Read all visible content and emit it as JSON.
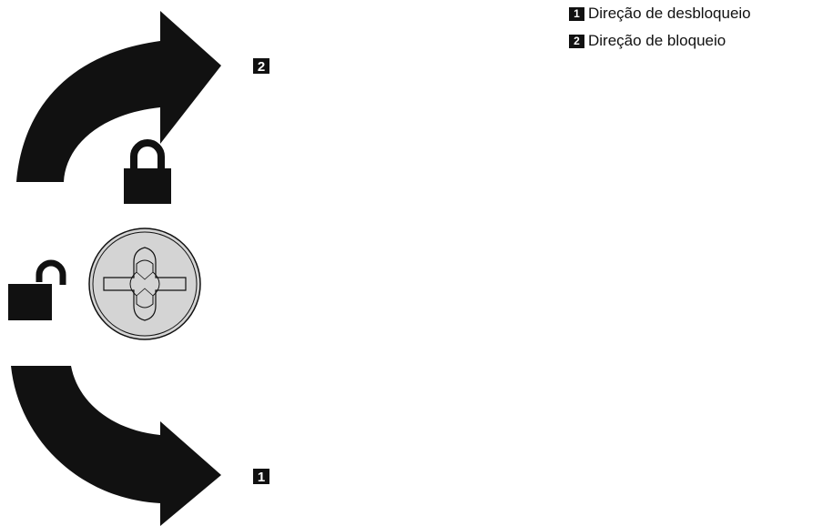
{
  "legend": {
    "items": [
      {
        "number": "1",
        "label": "Direção de desbloqueio"
      },
      {
        "number": "2",
        "label": "Direção de bloqueio"
      }
    ]
  },
  "callouts": {
    "lock_direction": "2",
    "unlock_direction": "1"
  },
  "icons": {
    "lock": "closed-padlock-icon",
    "unlock": "open-padlock-icon",
    "screw": "phillips-screw-icon",
    "arrow_up": "curved-arrow-icon",
    "arrow_down": "curved-arrow-icon"
  },
  "colors": {
    "ink": "#111111",
    "screw_fill": "#d4d4d4"
  }
}
